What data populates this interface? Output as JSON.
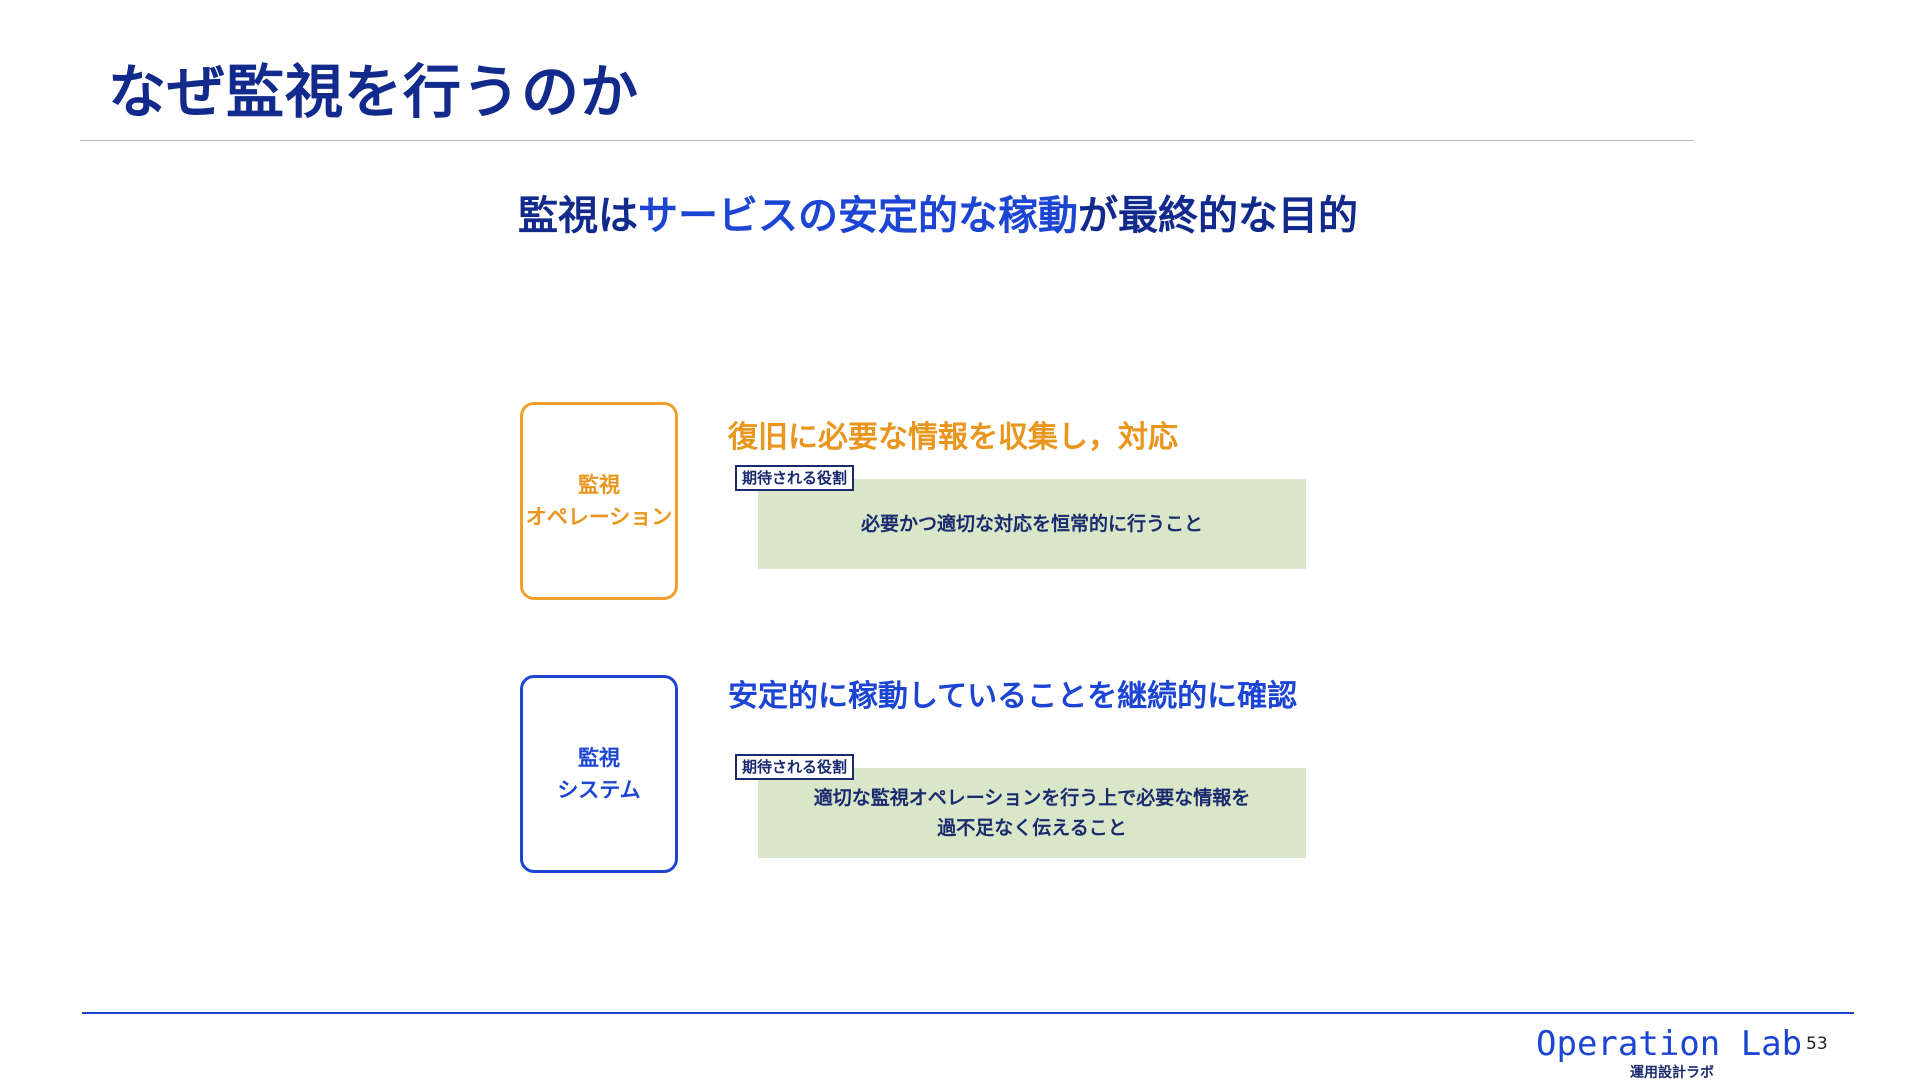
{
  "slide": {
    "title": "なぜ監視を行うのか"
  },
  "headline": {
    "part1": "監視は",
    "highlight": "サービスの安定的な稼動",
    "part2": "が最終的な目的"
  },
  "roles": [
    {
      "box_line1": "監視",
      "box_line2": "オペレーション",
      "heading": "復旧に必要な情報を収集し，対応",
      "tag": "期待される役割",
      "desc_line1": "必要かつ適切な対応を恒常的に行うこと",
      "desc_line2": ""
    },
    {
      "box_line1": "監視",
      "box_line2": "システム",
      "heading": "安定的に稼動していることを継続的に確認",
      "tag": "期待される役割",
      "desc_line1": "適切な監視オペレーションを行う上で必要な情報を",
      "desc_line2": "過不足なく伝えること"
    }
  ],
  "footer": {
    "brand": "Operation Lab",
    "brand_sub": "運用設計ラボ",
    "page_number": "53"
  },
  "colors": {
    "title": "#112a8c",
    "accent_blue": "#1d45d4",
    "accent_orange": "#e9961e",
    "desc_bg": "#d9e6c8"
  }
}
